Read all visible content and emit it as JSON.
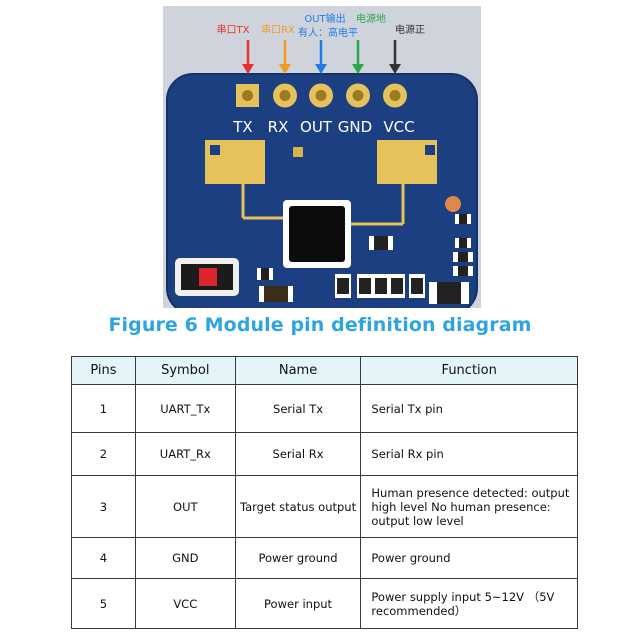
{
  "figure": {
    "annotations": [
      {
        "text": "串口TX",
        "color": "#e8312f"
      },
      {
        "text": "串口RX",
        "color": "#f29a1e"
      },
      {
        "text": "OUT输出",
        "text2": "有人：高电平",
        "color": "#1e7ee8"
      },
      {
        "text": "电源地",
        "color": "#2aa84a"
      },
      {
        "text": "电源正",
        "color": "#333333"
      }
    ],
    "pin_labels": [
      "TX",
      "RX",
      "OUT",
      "GND",
      "VCC"
    ]
  },
  "caption": "Figure 6 Module pin definition diagram",
  "table": {
    "headers": {
      "pins": "Pins",
      "symbol": "Symbol",
      "name": "Name",
      "function": "Function"
    },
    "rows": [
      {
        "pin": "1",
        "symbol": "UART_Tx",
        "name": "Serial Tx",
        "function": "Serial Tx pin"
      },
      {
        "pin": "2",
        "symbol": "UART_Rx",
        "name": "Serial Rx",
        "function": "Serial Rx pin"
      },
      {
        "pin": "3",
        "symbol": "OUT",
        "name": "Target status output",
        "function": "Human presence detected: output high level No human presence: output low level"
      },
      {
        "pin": "4",
        "symbol": "GND",
        "name": "Power ground",
        "function": "Power ground"
      },
      {
        "pin": "5",
        "symbol": "VCC",
        "name": "Power input",
        "function": "Power supply input 5~12V （5V recommended）"
      }
    ]
  }
}
